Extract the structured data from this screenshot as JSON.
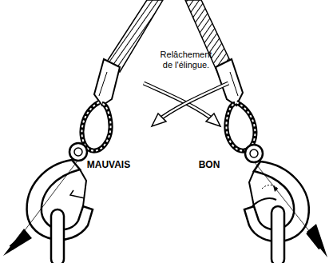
{
  "diagram": {
    "labels": [
      "Relâchement de l'élingue.",
      "MAUVAIS",
      "BON"
    ]
  }
}
